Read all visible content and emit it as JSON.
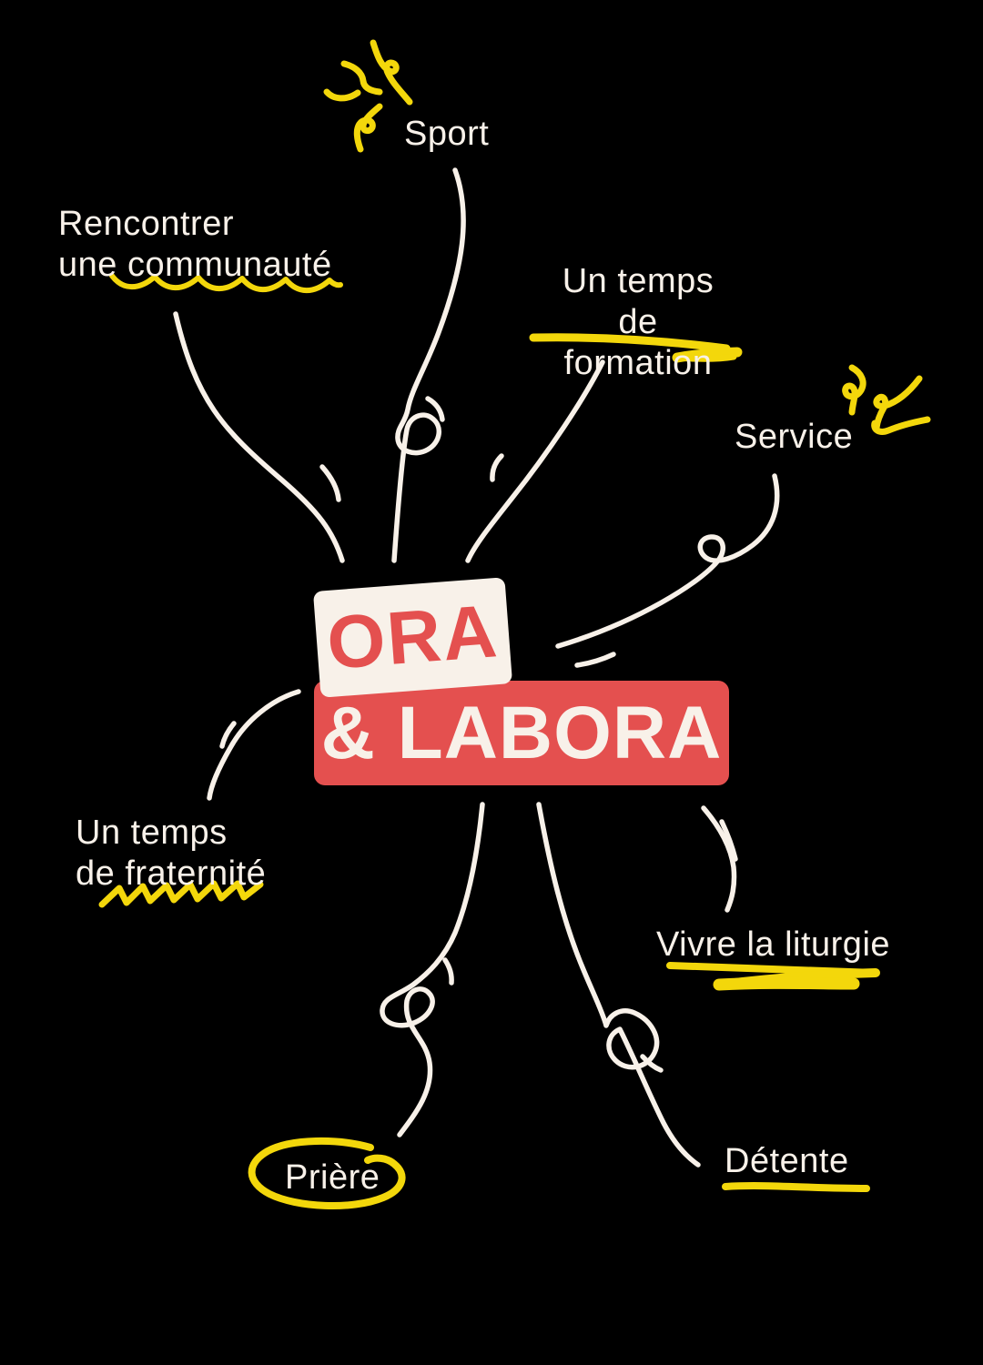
{
  "colors": {
    "bg": "#000000",
    "cream": "#F8F1E9",
    "red": "#E4504F",
    "yellow": "#F3D70B"
  },
  "center": {
    "top_label": "ORA",
    "bottom_label": "& LABORA"
  },
  "branches": {
    "sport": {
      "label": "Sport"
    },
    "community": {
      "line1": "Rencontrer",
      "line2": "une communauté"
    },
    "formation": {
      "line1": "Un temps",
      "line2": "de formation"
    },
    "service": {
      "label": "Service"
    },
    "fraternity": {
      "line1": "Un temps",
      "line2": "de fraternité"
    },
    "liturgy": {
      "label": "Vivre la liturgie"
    },
    "prayer": {
      "label": "Prière"
    },
    "relaxation": {
      "label": "Détente"
    }
  }
}
